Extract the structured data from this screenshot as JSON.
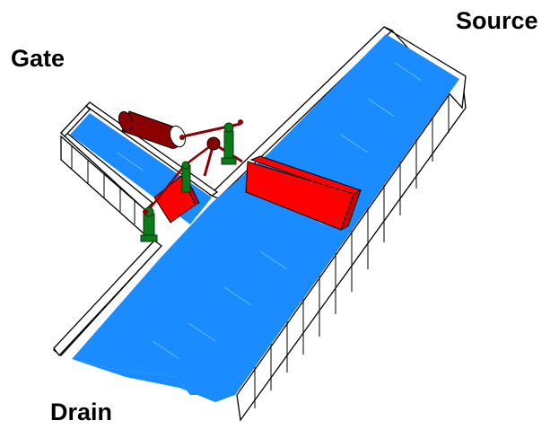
{
  "labels": {
    "gate": "Gate",
    "source": "Source",
    "drain": "Drain"
  },
  "colors": {
    "water": "#1a8cff",
    "gate_plate": "#ff0000",
    "pivot_post": "#0a7a1a",
    "counterweight": "#8b0000",
    "wall_stroke": "#000000",
    "background": "#ffffff"
  }
}
